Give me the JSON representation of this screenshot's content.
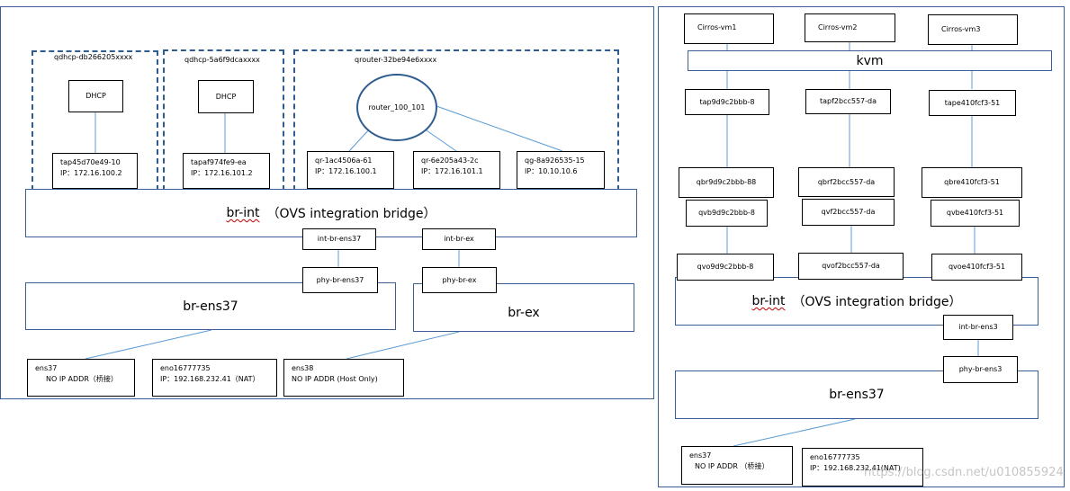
{
  "left": {
    "ns1": {
      "title": "qdhcp-db266205xxxx",
      "dhcp": "DHCP",
      "tap": "tap45d70e49-10",
      "ip": "IP：172.16.100.2"
    },
    "ns2": {
      "title": "qdhcp-5a6f9dcaxxxx",
      "dhcp": "DHCP",
      "tap": "tapaf974fe9-ea",
      "ip": "IP：172.16.101.2"
    },
    "ns3": {
      "title": "qrouter-32be94e6xxxx",
      "router": "router_100_101",
      "ports": [
        {
          "name": "qr-1ac4506a-61",
          "ip": "IP：172.16.100.1"
        },
        {
          "name": "qr-6e205a43-2c",
          "ip": "IP：172.16.101.1"
        },
        {
          "name": "qg-8a926535-15",
          "ip": "IP：10.10.10.6"
        }
      ]
    },
    "br_int": {
      "name": "br-int",
      "desc": "（OVS integration bridge）"
    },
    "int_br_ens37": "int-br-ens37",
    "int_br_ex": "int-br-ex",
    "phy_br_ens37": "phy-br-ens37",
    "phy_br_ex": "phy-br-ex",
    "br_ens37": "br-ens37",
    "br_ex": "br-ex",
    "nics": [
      {
        "name": "ens37",
        "desc": "NO IP ADDR（桥接）"
      },
      {
        "name": "eno16777735",
        "desc": "IP：192.168.232.41（NAT）"
      },
      {
        "name": "ens38",
        "desc": "NO IP ADDR   (Host Only)"
      }
    ]
  },
  "right": {
    "vms": [
      "Cirros-vm1",
      "Cirros-vm2",
      "Cirros-vm3"
    ],
    "kvm": "kvm",
    "taps": [
      "tap9d9c2bbb-8",
      "tapf2bcc557-da",
      "tape410fcf3-51"
    ],
    "qbrs": [
      "qbr9d9c2bbb-88",
      "qbrf2bcc557-da",
      "qbre410fcf3-51"
    ],
    "qvbs": [
      "qvb9d9c2bbb-8",
      "qvf2bcc557-da",
      "qvbe410fcf3-51"
    ],
    "qvos": [
      "qvo9d9c2bbb-8",
      "qvof2bcc557-da",
      "qvoe410fcf3-51"
    ],
    "br_int": {
      "name": "br-int",
      "desc": "（OVS integration bridge）"
    },
    "int_br_ens3": "int-br-ens3",
    "phy_br_ens3": "phy-br-ens3",
    "br_ens37": "br-ens37",
    "nics": [
      {
        "name": "ens37",
        "desc": "NO IP ADDR （桥接）"
      },
      {
        "name": "eno16777735",
        "desc": "IP：192.168.232.41(NAT)"
      }
    ]
  },
  "watermark": "https://blog.csdn.net/u010855924",
  "colors": {
    "frame": "#3c5f96",
    "dash": "#2f5c8f",
    "line": "#5b9bd5",
    "squiggle": "#c00000"
  }
}
